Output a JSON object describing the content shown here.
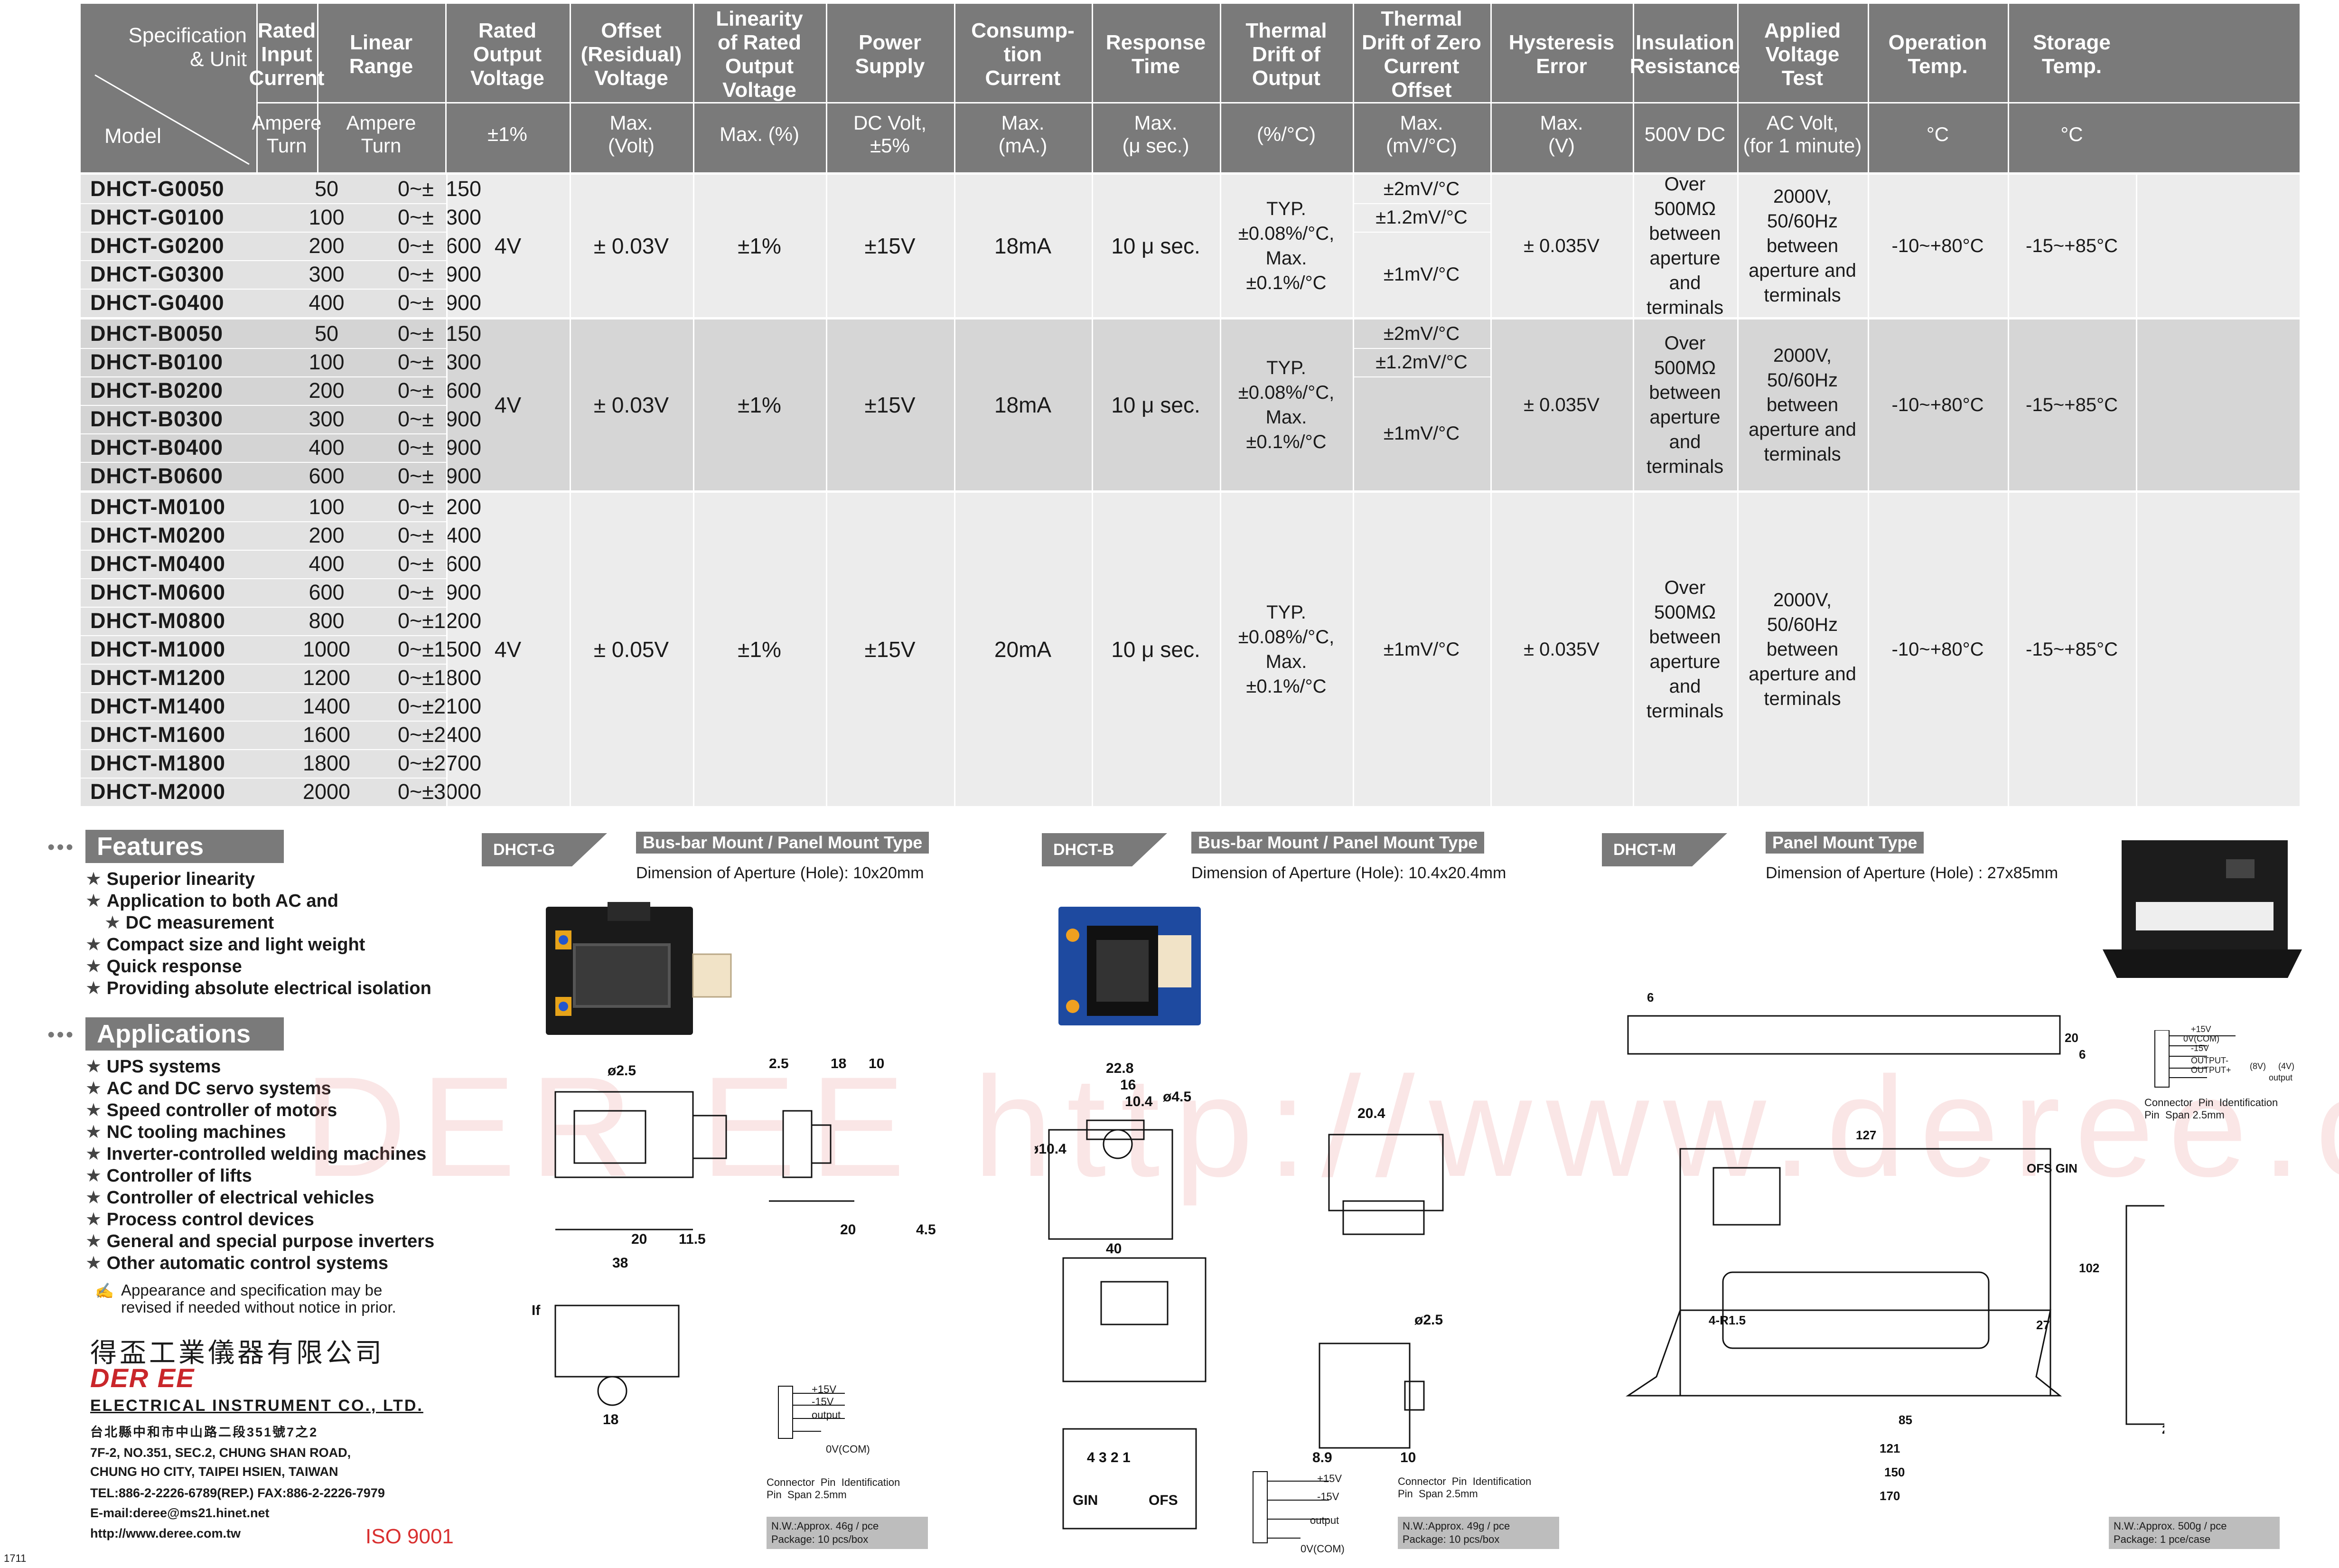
{
  "table": {
    "corner_top": "Specification\n& Unit",
    "corner_bottom": "Model",
    "columns": [
      {
        "name": "Rated\nInput\nCurrent",
        "unit": "Ampere\nTurn"
      },
      {
        "name": "Linear\nRange",
        "unit": "Ampere\nTurn"
      },
      {
        "name": "Rated\nOutput\nVoltage",
        "unit": "±1%"
      },
      {
        "name": "Offset\n(Residual)\nVoltage",
        "unit": "Max.\n(Volt)"
      },
      {
        "name": "Linearity\nof Rated\nOutput\nVoltage",
        "unit": "Max. (%)"
      },
      {
        "name": "Power\nSupply",
        "unit": "DC Volt,\n±5%"
      },
      {
        "name": "Consump-\ntion\nCurrent",
        "unit": "Max.\n(mA.)"
      },
      {
        "name": "Response\nTime",
        "unit": "Max.\n(μ sec.)"
      },
      {
        "name": "Thermal\nDrift of\nOutput",
        "unit": "(%/°C)"
      },
      {
        "name": "Thermal\nDrift of Zero\nCurrent\nOffset",
        "unit": "Max.\n(mV/°C)"
      },
      {
        "name": "Hysteresis\nError",
        "unit": "Max.\n(V)"
      },
      {
        "name": "Insulation\nResistance",
        "unit": "500V DC"
      },
      {
        "name": "Applied\nVoltage\nTest",
        "unit": "AC Volt,\n(for 1 minute)"
      },
      {
        "name": "Operation\nTemp.",
        "unit": "°C"
      },
      {
        "name": "Storage\nTemp.",
        "unit": "°C"
      }
    ],
    "groups": [
      {
        "rows": [
          {
            "model": "DHCT-G0050",
            "input": "50",
            "range": "0~±  150"
          },
          {
            "model": "DHCT-G0100",
            "input": "100",
            "range": "0~±  300"
          },
          {
            "model": "DHCT-G0200",
            "input": "200",
            "range": "0~±  600"
          },
          {
            "model": "DHCT-G0300",
            "input": "300",
            "range": "0~±  900"
          },
          {
            "model": "DHCT-G0400",
            "input": "400",
            "range": "0~±  900"
          }
        ],
        "output": "4V",
        "offset": "± 0.03V",
        "linearity": "±1%",
        "power": "±15V",
        "consumption": "18mA",
        "response": "10 μ sec.",
        "thermal": "TYP.\n±0.08%/°C,\nMax.\n±0.1%/°C",
        "zero_offset": [
          "±2mV/°C",
          "±1.2mV/°C",
          "±1mV/°C"
        ],
        "hysteresis": "± 0.035V",
        "insulation": "Over\n500MΩ\nbetween\naperture and\nterminals",
        "applied": "2000V,\n50/60Hz\nbetween\naperture and\nterminals",
        "operation": "-10~+80°C",
        "storage": "-15~+85°C"
      },
      {
        "rows": [
          {
            "model": "DHCT-B0050",
            "input": "50",
            "range": "0~±  150"
          },
          {
            "model": "DHCT-B0100",
            "input": "100",
            "range": "0~±  300"
          },
          {
            "model": "DHCT-B0200",
            "input": "200",
            "range": "0~±  600"
          },
          {
            "model": "DHCT-B0300",
            "input": "300",
            "range": "0~±  900"
          },
          {
            "model": "DHCT-B0400",
            "input": "400",
            "range": "0~±  900"
          },
          {
            "model": "DHCT-B0600",
            "input": "600",
            "range": "0~±  900"
          }
        ],
        "output": "4V",
        "offset": "± 0.03V",
        "linearity": "±1%",
        "power": "±15V",
        "consumption": "18mA",
        "response": "10 μ sec.",
        "thermal": "TYP.\n±0.08%/°C,\nMax.\n±0.1%/°C",
        "zero_offset": [
          "±2mV/°C",
          "±1.2mV/°C",
          "±1mV/°C"
        ],
        "hysteresis": "± 0.035V",
        "insulation": "Over\n500MΩ\nbetween\naperture and\nterminals",
        "applied": "2000V,\n50/60Hz\nbetween\naperture and\nterminals",
        "operation": "-10~+80°C",
        "storage": "-15~+85°C"
      },
      {
        "rows": [
          {
            "model": "DHCT-M0100",
            "input": "100",
            "range": "0~±  200"
          },
          {
            "model": "DHCT-M0200",
            "input": "200",
            "range": "0~±  400"
          },
          {
            "model": "DHCT-M0400",
            "input": "400",
            "range": "0~±  600"
          },
          {
            "model": "DHCT-M0600",
            "input": "600",
            "range": "0~±  900"
          },
          {
            "model": "DHCT-M0800",
            "input": "800",
            "range": "0~±1200"
          },
          {
            "model": "DHCT-M1000",
            "input": "1000",
            "range": "0~±1500"
          },
          {
            "model": "DHCT-M1200",
            "input": "1200",
            "range": "0~±1800"
          },
          {
            "model": "DHCT-M1400",
            "input": "1400",
            "range": "0~±2100"
          },
          {
            "model": "DHCT-M1600",
            "input": "1600",
            "range": "0~±2400"
          },
          {
            "model": "DHCT-M1800",
            "input": "1800",
            "range": "0~±2700"
          },
          {
            "model": "DHCT-M2000",
            "input": "2000",
            "range": "0~±3000"
          }
        ],
        "output": "4V",
        "offset": "± 0.05V",
        "linearity": "±1%",
        "power": "±15V",
        "consumption": "20mA",
        "response": "10 μ sec.",
        "thermal": "TYP.\n±0.08%/°C,\nMax.\n±0.1%/°C",
        "zero_offset": [
          "±1mV/°C"
        ],
        "hysteresis": "± 0.035V",
        "insulation": "Over\n500MΩ\nbetween\naperture and\nterminals",
        "applied": "2000V,\n50/60Hz\nbetween\naperture and\nterminals",
        "operation": "-10~+80°C",
        "storage": "-15~+85°C"
      }
    ]
  },
  "features": {
    "title": "Features",
    "items": [
      "Superior linearity",
      "Application to both AC and",
      "DC measurement",
      "Compact size and light weight",
      "Quick response",
      "Providing absolute electrical isolation"
    ]
  },
  "applications": {
    "title": "Applications",
    "items": [
      "UPS systems",
      "AC and DC servo systems",
      "Speed controller of motors",
      "NC tooling machines",
      "Inverter-controlled welding machines",
      "Controller of lifts",
      "Controller of electrical vehicles",
      "Process control devices",
      "General and special purpose inverters",
      "Other automatic control systems"
    ],
    "note": "Appearance and specification may be\nrevised if needed without notice in prior."
  },
  "company": {
    "chinese_name": "得盃工業儀器有限公司",
    "logo": "DER EE",
    "english_name": "ELECTRICAL INSTRUMENT CO., LTD.",
    "address_cn": "台北縣中和市中山路二段351號7之2",
    "address_1": "7F-2, NO.351, SEC.2, CHUNG SHAN ROAD,",
    "address_2": "CHUNG HO CITY, TAIPEI HSIEN, TAIWAN",
    "tel": "TEL:886-2-2226-6789(REP.) FAX:886-2-2226-7979",
    "email": "E-mail:deree@ms21.hinet.net",
    "web": "http://www.deree.com.tw",
    "iso": "ISO 9001",
    "page_code": "1711",
    "watermark": "DER EE  http://www.deree.com.tw"
  },
  "products": [
    {
      "tag": "DHCT-G",
      "title": "Bus-bar Mount / Panel Mount Type",
      "aperture": "Dimension of Aperture (Hole): 10x20mm",
      "pins": "Connector  Pin  Identification\nPin  Span 2.5mm",
      "weight": "N.W.:Approx. 46g / pce",
      "package": "Package: 10 pcs/box"
    },
    {
      "tag": "DHCT-B",
      "title": "Bus-bar Mount / Panel Mount Type",
      "aperture": "Dimension of Aperture (Hole): 10.4x20.4mm",
      "pins": "Connector  Pin  Identification\nPin  Span 2.5mm",
      "weight": "N.W.:Approx. 49g / pce",
      "package": "Package: 10 pcs/box"
    },
    {
      "tag": "DHCT-M",
      "title": "Panel Mount Type",
      "aperture": "Dimension of Aperture (Hole) : 27x85mm",
      "pins": "Connector  Pin  Identification\nPin  Span 2.5mm",
      "weight": "N.W.:Approx. 500g / pce",
      "package": "Package: 1 pce/case"
    }
  ],
  "pin_labels": {
    "p1": "+15V",
    "p2": "-15V",
    "p3": "output",
    "p4": "0V(COM)"
  },
  "m_pin_labels": {
    "p1": "+15V",
    "p2": "0V(COM)",
    "p3": "-15V",
    "p4": "OUTPUT-",
    "p5": "OUTPUT+",
    "v1": "(8V)",
    "v2": "(4V)",
    "v3": "output"
  },
  "colors": {
    "header": "#7a7a7a",
    "band_light": "#ececec",
    "band_dark": "#d4d4d4",
    "watermark": "#e57b7b",
    "iso": "#d93030"
  }
}
